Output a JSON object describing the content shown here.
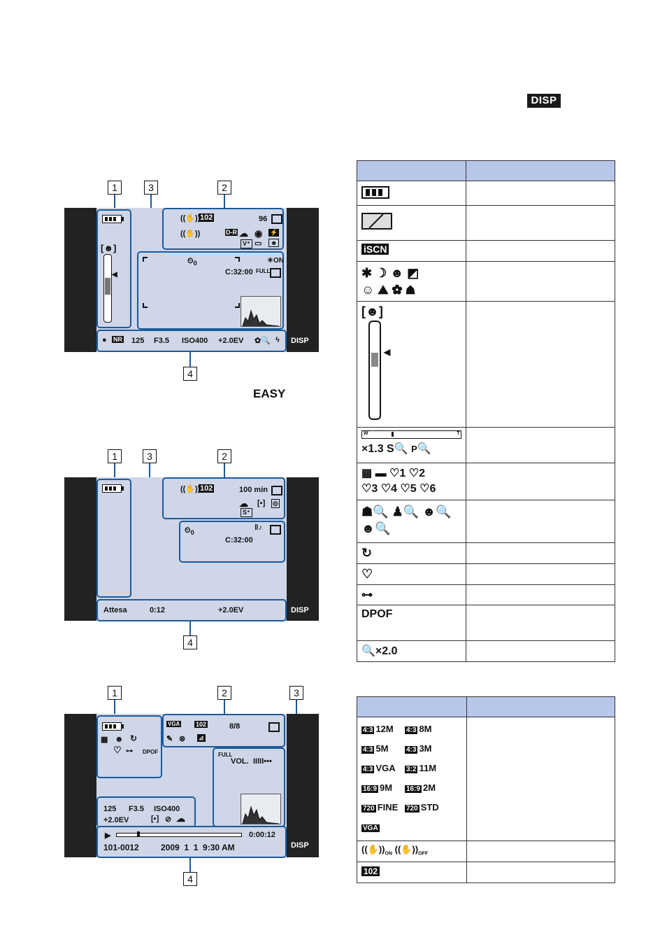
{
  "top_badge": "DISP",
  "easy_label": "EASY",
  "callouts": [
    "1",
    "2",
    "3",
    "4"
  ],
  "disp_button": "DISP",
  "screen1": {
    "zone2": {
      "count": "96",
      "ir_label": "102"
    },
    "zone3": {
      "self_timer": "0",
      "time": "C:32:00",
      "full": "FULL"
    },
    "zone4": {
      "shutter": "125",
      "aperture": "F3.5",
      "iso": "ISO400",
      "ev": "+2.0EV"
    }
  },
  "screen2": {
    "zone2": {
      "remaining": "100 min",
      "ir_label": "102"
    },
    "zone3": {
      "self_timer": "0",
      "time": "C:32:00"
    },
    "zone4": {
      "status": "Attesa",
      "elapsed": "0:12",
      "ev": "+2.0EV"
    }
  },
  "screen3": {
    "zone2": {
      "vga": "VGA",
      "folder": "102",
      "frame": "8/8"
    },
    "zone1": {
      "dpof": "DPOF"
    },
    "zone3": {
      "full": "FULL",
      "vol": "VOL."
    },
    "zone4": {
      "shutter": "125",
      "aperture": "F3.5",
      "iso": "ISO400",
      "ev": "+2.0EV",
      "play_time": "0:00:12",
      "file": "101-0012",
      "date": "2009  1  1  9:30 AM"
    }
  },
  "table1": {
    "rows": [
      {
        "id": "battery"
      },
      {
        "id": "battery-empty"
      },
      {
        "id": "iscn",
        "text": "iSCN"
      },
      {
        "id": "scene-icons"
      },
      {
        "id": "smile-meter"
      },
      {
        "id": "zoom",
        "w": "W",
        "t": "T",
        "text": "×1.3 S",
        "p": "P"
      },
      {
        "id": "favorites",
        "items": [
          "1",
          "2",
          "3",
          "4",
          "5",
          "6"
        ]
      },
      {
        "id": "face-search"
      },
      {
        "id": "rotate"
      },
      {
        "id": "heart"
      },
      {
        "id": "protect"
      },
      {
        "id": "dpof",
        "text": "DPOF"
      },
      {
        "id": "zoom-x",
        "text": "×2.0"
      }
    ]
  },
  "table2": {
    "sizes": [
      {
        "ratio": "4:3",
        "size": "12M"
      },
      {
        "ratio": "4:3",
        "size": "8M"
      },
      {
        "ratio": "4:3",
        "size": "5M"
      },
      {
        "ratio": "4:3",
        "size": "3M"
      },
      {
        "ratio": "4:3",
        "size": "VGA"
      },
      {
        "ratio": "3:2",
        "size": "11M"
      },
      {
        "ratio": "16:9",
        "size": "9M"
      },
      {
        "ratio": "16:9",
        "size": "2M"
      },
      {
        "ratio": "720",
        "size": "FINE"
      },
      {
        "ratio": "720",
        "size": "STD"
      }
    ],
    "vga": "VGA",
    "steady_on": "ON",
    "steady_off": "OFF",
    "folder": "102"
  }
}
